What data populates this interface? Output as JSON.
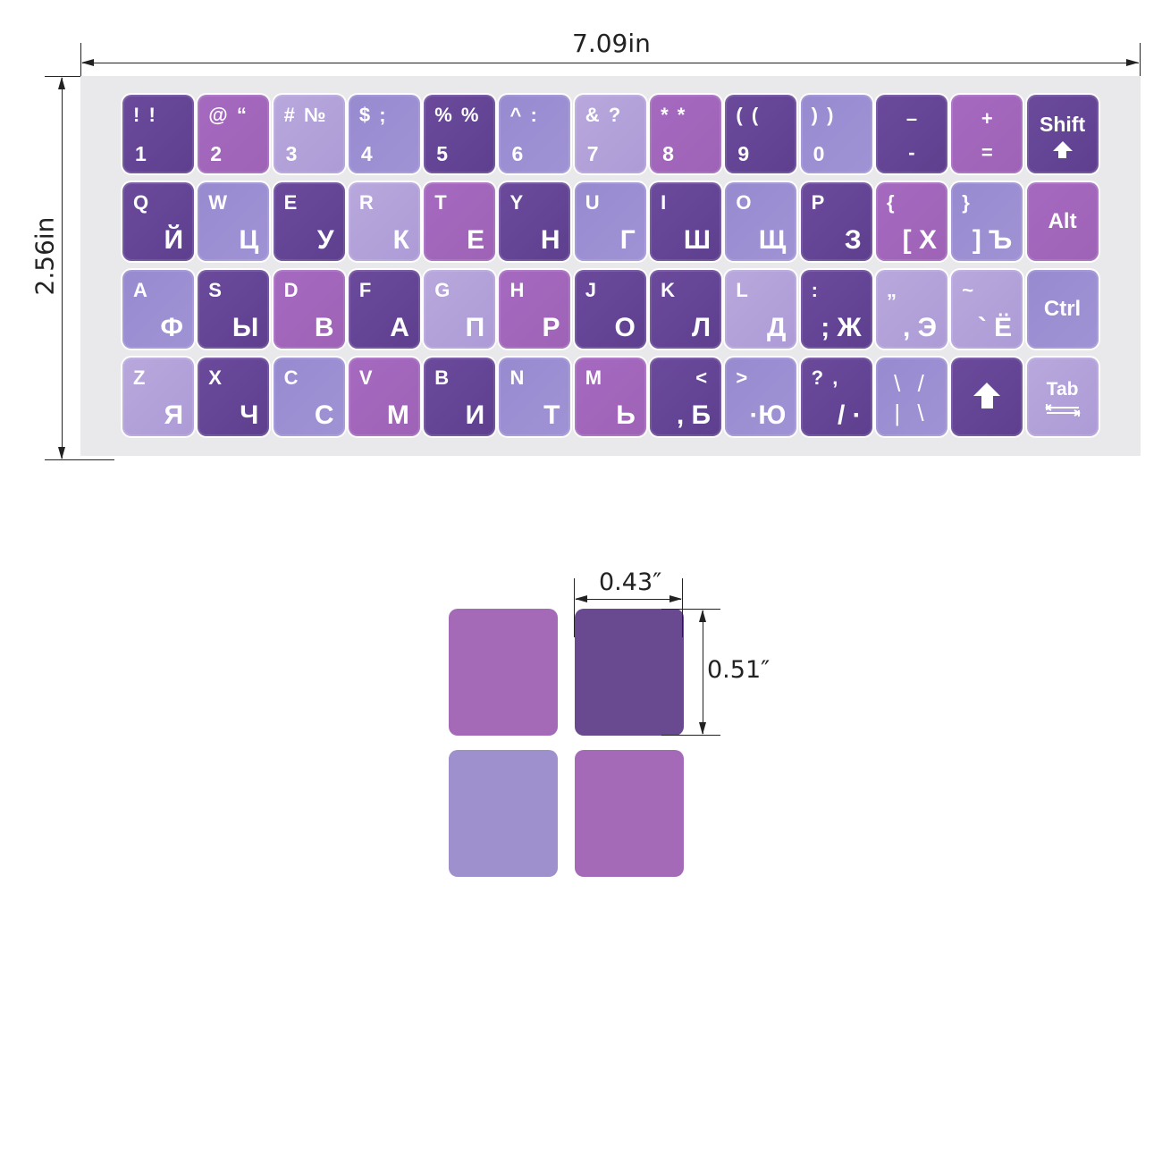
{
  "dimensions": {
    "sheet_width": "7.09in",
    "sheet_height": "2.56in",
    "key_width": "0.43″",
    "key_height": "0.51″"
  },
  "colors": {
    "sheet_background": "#e9e9ec",
    "dark_purple": "#6a4a96",
    "magenta_purple": "#a46ab8",
    "light_lavender": "#b6a6da",
    "periwinkle": "#9b8acb"
  },
  "keyboard": {
    "rows": [
      [
        {
          "color": "D",
          "top": "! !",
          "bottom": "1"
        },
        {
          "color": "M",
          "top": "@ “",
          "bottom": "2"
        },
        {
          "color": "L",
          "top": "# №",
          "bottom": "3"
        },
        {
          "color": "P",
          "top": "$ ;",
          "bottom": "4"
        },
        {
          "color": "D",
          "top": "% %",
          "bottom": "5"
        },
        {
          "color": "P",
          "top": "^ :",
          "bottom": "6"
        },
        {
          "color": "L",
          "top": "& ?",
          "bottom": "7"
        },
        {
          "color": "M",
          "top": "* *",
          "bottom": "8"
        },
        {
          "color": "D",
          "top": "( (",
          "bottom": "9"
        },
        {
          "color": "P",
          "top": "  ) )",
          "bottom": "0"
        },
        {
          "color": "D",
          "top": "–",
          "bottom": "-",
          "centered": true
        },
        {
          "color": "M",
          "top": "+",
          "bottom": "=",
          "centered": true
        },
        {
          "color": "D",
          "label": "Shift",
          "special": "shift"
        }
      ],
      [
        {
          "color": "D",
          "latin": "Q",
          "cyr": "Й"
        },
        {
          "color": "P",
          "latin": "W",
          "cyr": "Ц"
        },
        {
          "color": "D",
          "latin": "E",
          "cyr": "У"
        },
        {
          "color": "L",
          "latin": "R",
          "cyr": "К"
        },
        {
          "color": "M",
          "latin": "T",
          "cyr": "Е"
        },
        {
          "color": "D",
          "latin": "Y",
          "cyr": "Н"
        },
        {
          "color": "P",
          "latin": "U",
          "cyr": "Г"
        },
        {
          "color": "D",
          "latin": "I",
          "cyr": "Ш"
        },
        {
          "color": "P",
          "latin": "O",
          "cyr": "Щ"
        },
        {
          "color": "D",
          "latin": "P",
          "cyr": "З"
        },
        {
          "color": "M",
          "latin": "{",
          "cyr": "[ Х"
        },
        {
          "color": "P",
          "latin": "}",
          "cyr": "] Ъ"
        },
        {
          "color": "M",
          "label": "Alt",
          "special": "label"
        }
      ],
      [
        {
          "color": "P",
          "latin": "A",
          "cyr": "Ф"
        },
        {
          "color": "D",
          "latin": "S",
          "cyr": "Ы"
        },
        {
          "color": "M",
          "latin": "D",
          "cyr": "В"
        },
        {
          "color": "D",
          "latin": "F",
          "cyr": "А"
        },
        {
          "color": "L",
          "latin": "G",
          "cyr": "П"
        },
        {
          "color": "M",
          "latin": "H",
          "cyr": "Р"
        },
        {
          "color": "D",
          "latin": "J",
          "cyr": "О"
        },
        {
          "color": "D",
          "latin": "K",
          "cyr": "Л"
        },
        {
          "color": "L",
          "latin": "L",
          "cyr": "Д"
        },
        {
          "color": "D",
          "latin": ":",
          "cyr": "; Ж"
        },
        {
          "color": "L",
          "latin": "„",
          "cyr": ", Э"
        },
        {
          "color": "L",
          "latin": "~",
          "cyr": "` Ё"
        },
        {
          "color": "P",
          "label": "Ctrl",
          "special": "label"
        }
      ],
      [
        {
          "color": "L",
          "latin": "Z",
          "cyr": "Я"
        },
        {
          "color": "D",
          "latin": "X",
          "cyr": "Ч"
        },
        {
          "color": "P",
          "latin": "C",
          "cyr": "С"
        },
        {
          "color": "M",
          "latin": "V",
          "cyr": "М"
        },
        {
          "color": "D",
          "latin": "B",
          "cyr": "И"
        },
        {
          "color": "P",
          "latin": "N",
          "cyr": "Т"
        },
        {
          "color": "M",
          "latin": "M",
          "cyr": "Ь"
        },
        {
          "color": "D",
          "latin": "<",
          "cyr": ", Б",
          "latin_right": true
        },
        {
          "color": "P",
          "latin": ">",
          "cyr": "·Ю"
        },
        {
          "color": "D",
          "latin": "?  ,",
          "cyr": "/  ·"
        },
        {
          "color": "P",
          "latin": "\\ /",
          "cyr": "| \\",
          "centered": true
        },
        {
          "color": "D",
          "special": "up-arrow"
        },
        {
          "color": "L",
          "label": "Tab",
          "special": "tab"
        }
      ]
    ]
  },
  "swatches": [
    {
      "color": "#a46ab8"
    },
    {
      "color": "#694a90"
    },
    {
      "color": "#9e8fcd"
    },
    {
      "color": "#a46ab8"
    }
  ]
}
